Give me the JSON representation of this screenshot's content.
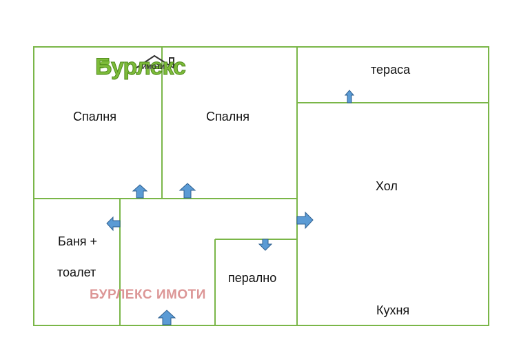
{
  "colors": {
    "wall": "#7ab648",
    "arrow_fill": "#5b9bd5",
    "arrow_stroke": "#2e5f8f",
    "watermark": "#d98b8b",
    "logo_green": "#7dbb3a"
  },
  "logo": {
    "word": "Бурлекс",
    "sub": "ИМОТИ"
  },
  "rooms": {
    "bedroom_1": "Спалня",
    "bedroom_2": "Спалня",
    "terrace": "тераса",
    "hall": "Хол",
    "bathroom_line1": "Баня +",
    "bathroom_line2": "тоалет",
    "laundry": "перално",
    "kitchen": "Кухня"
  },
  "watermark": "БУРЛЕКС ИМОТИ"
}
